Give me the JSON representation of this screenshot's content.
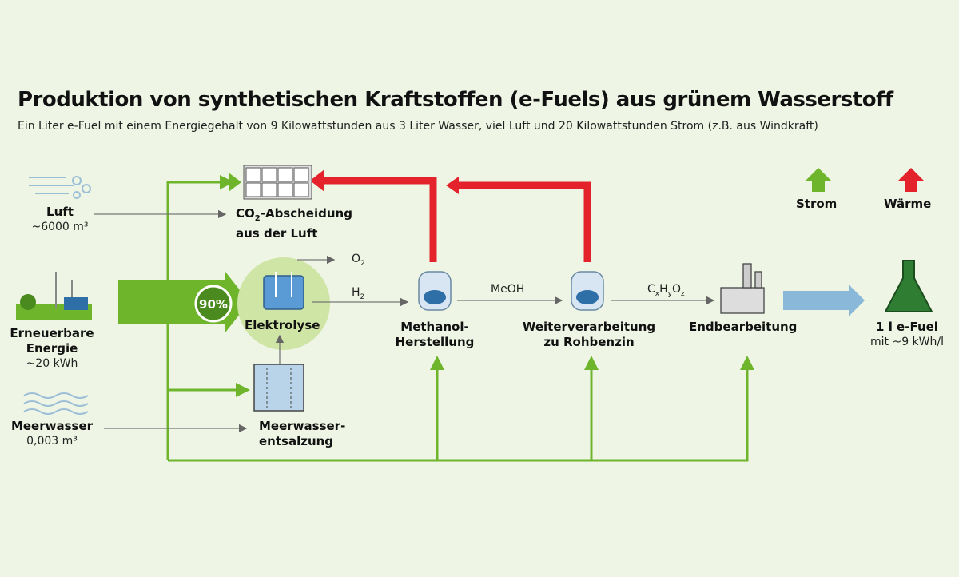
{
  "title": "Produktion von synthetischen Kraftstoffen (e-Fuels) aus grünem Wasserstoff",
  "subtitle": "Ein Liter e-Fuel mit einem Energiegehalt von 9 Kilowattstunden aus 3 Liter Wasser, viel Luft und 20 Kilowattstunden Strom (z.B. aus Windkraft)",
  "legend": {
    "strom": "Strom",
    "waerme": "Wärme",
    "strom_color": "#6fb52c",
    "waerme_color": "#e3222b"
  },
  "inputs": {
    "luft": {
      "label": "Luft",
      "amount": "~6000 m³"
    },
    "energie": {
      "label_line1": "Erneuerbare",
      "label_line2": "Energie",
      "amount": "~20 kWh"
    },
    "meerwasser": {
      "label": "Meerwasser",
      "amount": "0,003 m³"
    }
  },
  "steps": {
    "co2_line1_pre": "CO",
    "co2_line1_sub": "2",
    "co2_line1_post": "-Abscheidung",
    "co2_line2": "aus der Luft",
    "elektrolyse": "Elektrolyse",
    "efficiency": "90%",
    "meerwasser_line1": "Meerwasser-",
    "meerwasser_line2": "entsalzung",
    "methanol_line1": "Methanol-",
    "methanol_line2": "Herstellung",
    "weiter_line1": "Weiterverarbeitung",
    "weiter_line2": "zu Rohbenzin",
    "endbearbeitung": "Endbearbeitung"
  },
  "flows": {
    "o2": "O",
    "o2_sub": "2",
    "h2": "H",
    "h2_sub": "2",
    "meoh": "MeOH",
    "cxhyoz": "C"
  },
  "output": {
    "label": "1 l e-Fuel",
    "amount": "mit ~9 kWh/l"
  }
}
